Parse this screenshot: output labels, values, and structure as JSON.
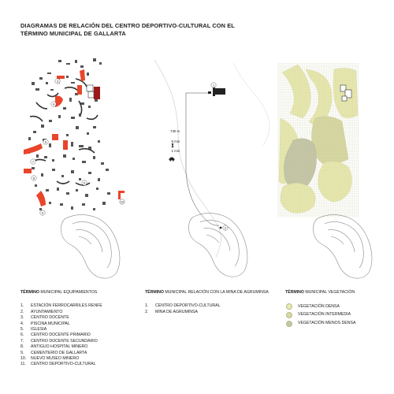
{
  "title": "DIAGRAMAS DE RELACIÓN DEL CENTRO DEPORTIVO-CULTURAL CON EL TÉRMINO MUNICIPAL DE GALLARTA",
  "diagram1": {
    "heading_bold": "TÉRMINO",
    "heading_rest": " MUNICIPAL EQUIPAMIENTOS",
    "items": [
      {
        "n": "1.",
        "label": "ESTACIÓN FERROCARRILES RENFE"
      },
      {
        "n": "2.",
        "label": "AYUNTAMIENTO"
      },
      {
        "n": "3.",
        "label": "CENTRO DOCENTE"
      },
      {
        "n": "4.",
        "label": "PISCINA MUNICIPAL"
      },
      {
        "n": "5.",
        "label": "IGLESIA"
      },
      {
        "n": "6.",
        "label": "CENTRO DOCENTE PRIMARIO"
      },
      {
        "n": "7.",
        "label": "CENTRO DOCENTE SECUNDARIO"
      },
      {
        "n": "8.",
        "label": "ANTIGUO HOSPITAL MINERO"
      },
      {
        "n": "9.",
        "label": "CEMENTERIO DE GALLARTA"
      },
      {
        "n": "10.",
        "label": "NUEVO MUSEO MINERO"
      },
      {
        "n": "11.",
        "label": "CENTRO DEPORTIVO-CULTURAL"
      }
    ],
    "map_labels": [
      "3",
      "4",
      "6",
      "7",
      "8",
      "9",
      "5",
      "10"
    ]
  },
  "diagram2": {
    "heading_bold": "TÉRMINO",
    "heading_rest": " MUNICIPAL RELACIÓN CON LA MINA DE AGRUMINSA",
    "items": [
      {
        "n": "1.",
        "label": "CENTRO DEPORTIVO-CULTURAL"
      },
      {
        "n": "2.",
        "label": "MINA DE AGRUMINSA"
      }
    ],
    "distance": "730 m",
    "walk_time": "8 min",
    "car_time": "1 min",
    "map_labels": [
      "1",
      "2"
    ]
  },
  "diagram3": {
    "heading_bold": "TÉRMINO",
    "heading_rest": " MUNICIPAL VEGETACIÓN",
    "items": [
      {
        "label": "VEGETACIÓN DENSA",
        "color": "#e9eab0"
      },
      {
        "label": "VEGETACIÓN INTERMEDIA",
        "color": "#d8d8a4"
      },
      {
        "label": "VEGETACIÓN MENOS DENSA",
        "color": "#c4c6a8"
      }
    ]
  },
  "colors": {
    "accent_red": "#e8452b",
    "dark_red": "#9b1b1b",
    "building_gray": "#555555",
    "veg_light": "#e9eab0",
    "veg_mid": "#d8d8a4",
    "veg_dense": "#c4c6a8"
  }
}
